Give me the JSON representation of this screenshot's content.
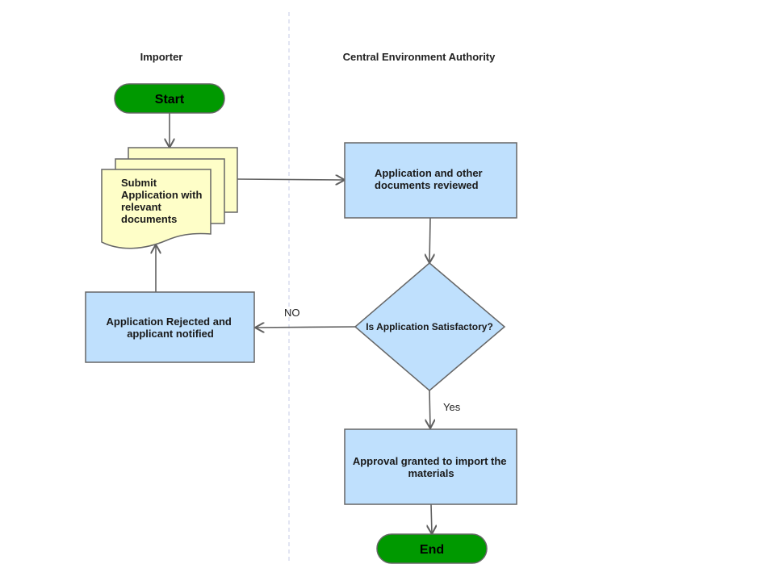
{
  "lanes": {
    "left_title": "Importer",
    "right_title": "Central Environment Authority"
  },
  "nodes": {
    "start": "Start",
    "submit": [
      "Submit",
      "Application with",
      "relevant",
      "documents"
    ],
    "review": [
      "Application and other",
      "documents reviewed"
    ],
    "decision": "Is Application Satisfactory?",
    "rejected": [
      "Application Rejected and",
      "applicant notified"
    ],
    "approval": [
      "Approval granted to import the",
      "materials"
    ],
    "end": "End"
  },
  "edges": {
    "no_label": "NO",
    "yes_label": "Yes"
  },
  "colors": {
    "process_fill": "#bfe0fd",
    "document_fill": "#fefec8",
    "terminator_fill": "#009900",
    "line": "#606060",
    "lane_divider": "#c5cbe6"
  }
}
